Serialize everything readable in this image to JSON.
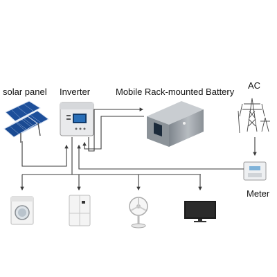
{
  "labels": {
    "solar_panel": "solar panel",
    "inverter": "Inverter",
    "battery": "Mobile Rack-mounted Battery",
    "ac": "AC",
    "meter": "Meter"
  },
  "colors": {
    "line": "#3a3a3a",
    "panel_blue": "#1d4f9a",
    "inverter_body": "#e9eaec",
    "battery_body": "#9aa0a6",
    "appliance_white": "#f3f3f3",
    "tv_black": "#1a1a1a"
  },
  "icons": [
    "solar-panel-icon",
    "inverter-icon",
    "battery-icon",
    "power-tower-icon",
    "meter-icon",
    "washing-machine-icon",
    "refrigerator-icon",
    "fan-icon",
    "television-icon"
  ]
}
